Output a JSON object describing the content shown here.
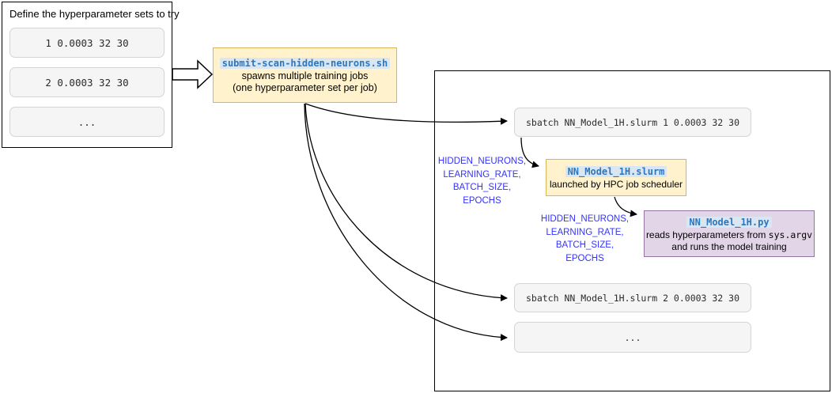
{
  "colors": {
    "script_node_fill": "#FFF2CC",
    "script_node_border": "#D6B656",
    "python_node_fill": "#E1D5E7",
    "python_node_border": "#9673A6",
    "command_box_fill": "#F5F5F5",
    "command_box_border": "#D4D4D4",
    "filename_text": "#2E77BB",
    "filename_highlight": "#DAE6F2",
    "param_label_text": "#3333FF",
    "connector": "#000000"
  },
  "hyperparam_panel": {
    "title": "Define the hyperparameter sets to try",
    "sets": [
      "1 0.0003 32 30",
      "2 0.0003 32 30",
      "..."
    ]
  },
  "submit_script": {
    "filename": "submit-scan-hidden-neurons.sh",
    "description_line1": "spawns multiple training jobs",
    "description_line2": "(one hyperparameter set per job)"
  },
  "hpc_panel": {
    "sbatch_command_1": "sbatch NN_Model_1H.slurm 1 0.0003 32 30",
    "sbatch_command_2": "sbatch NN_Model_1H.slurm 2 0.0003 32 30",
    "sbatch_more": "...",
    "slurm_node": {
      "filename": "NN_Model_1H.slurm",
      "description": "launched by HPC job scheduler"
    },
    "python_node": {
      "filename": "NN_Model_1H.py",
      "description_prefix": "reads hyperparameters from ",
      "description_code": "sys.argv",
      "description_line2": "and runs the model training"
    },
    "param_labels_1": [
      "HIDDEN_NEURONS,",
      "LEARNING_RATE,",
      "BATCH_SIZE,",
      "EPOCHS"
    ],
    "param_labels_2": [
      "HIDDEN_NEURONS,",
      "LEARNING_RATE,",
      "BATCH_SIZE,",
      "EPOCHS"
    ]
  },
  "edges": [
    {
      "from": "hyperparameter-panel",
      "to": "submit-script-node",
      "style": "block-arrow"
    },
    {
      "from": "submit-script-node",
      "to": "sbatch-command-1",
      "style": "curve"
    },
    {
      "from": "submit-script-node",
      "to": "sbatch-command-2",
      "style": "curve"
    },
    {
      "from": "submit-script-node",
      "to": "sbatch-command-more",
      "style": "curve"
    },
    {
      "from": "sbatch-command-1",
      "to": "slurm-script-node",
      "style": "curve"
    },
    {
      "from": "slurm-script-node",
      "to": "python-script-node",
      "style": "curve"
    }
  ]
}
